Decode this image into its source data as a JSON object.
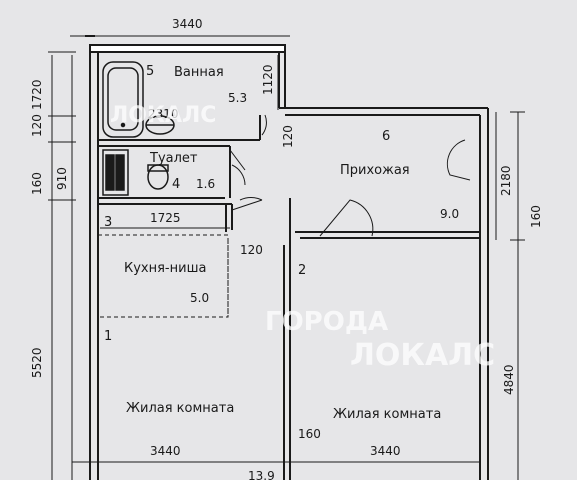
{
  "dimensions": {
    "top_width": "3440",
    "left_1720": "1720",
    "left_120a": "120",
    "left_910": "910",
    "left_160": "160",
    "left_5520": "5520",
    "bath_1120": "1120",
    "bath_120": "120",
    "right_2180": "2180",
    "right_160": "160",
    "right_4840": "4840",
    "kitchen_1725": "1725",
    "kitchen_120": "120",
    "bottom_left_3440": "3440",
    "bottom_right_3440": "3440",
    "bottom_160": "160",
    "hall_9_0": "9.0",
    "bath_area": "5.3",
    "toilet_area": "1.6",
    "kitchen_area": "5.0",
    "bath_inner_2310": "2310"
  },
  "rooms": {
    "bath": {
      "num": "5",
      "name": "Ванная"
    },
    "hall": {
      "num": "6",
      "name": "Прихожая"
    },
    "toilet": {
      "num": "4",
      "name": "Туалет"
    },
    "kitchen": {
      "num": "3",
      "name": "Кухня-ниша"
    },
    "living1": {
      "num": "1",
      "name": "Жилая комната"
    },
    "living2": {
      "num": "2",
      "name": "Жилая комната"
    },
    "bottom_area": "13.9"
  },
  "watermarks": {
    "top": "ЛОКАЛС",
    "mid": "ГОРОДА",
    "bottom": "ЛОКАЛС"
  }
}
